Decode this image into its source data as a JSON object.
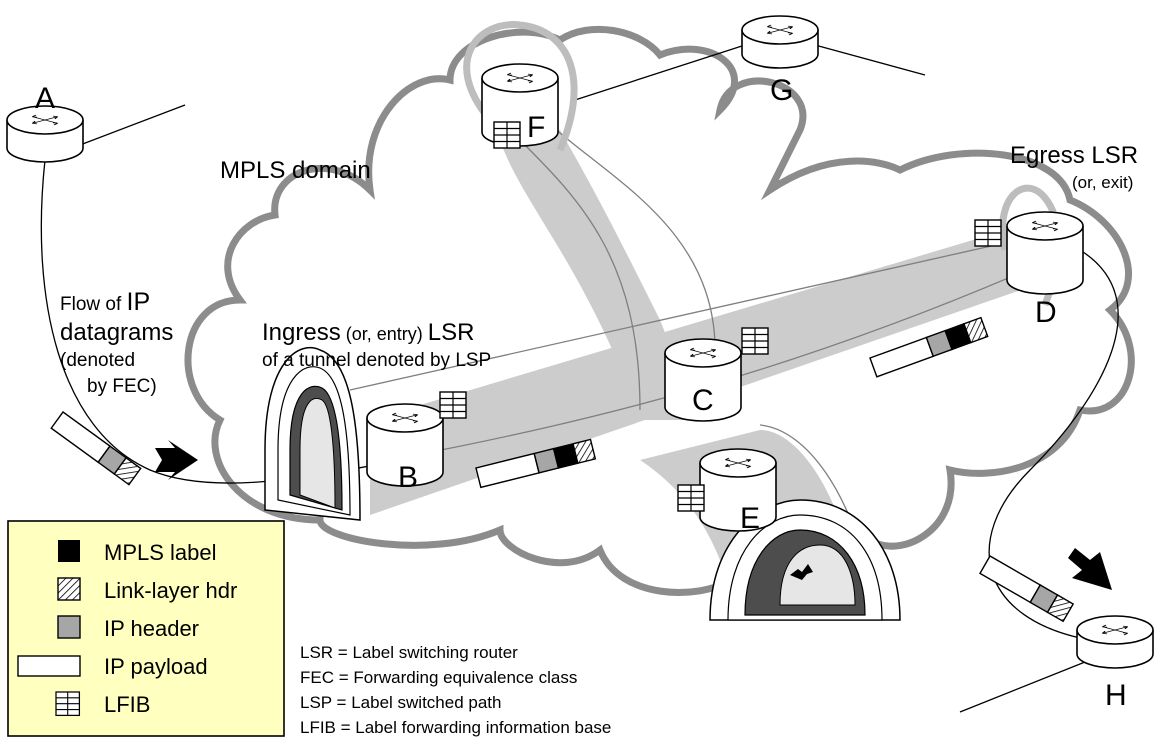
{
  "domain_label": "MPLS domain",
  "nodes": {
    "A": "A",
    "B": "B",
    "C": "C",
    "D": "D",
    "E": "E",
    "F": "F",
    "G": "G",
    "H": "H"
  },
  "flow_label": {
    "line1": "Flow of ",
    "line1_big": "IP",
    "line2": "datagrams",
    "line3": "(denoted",
    "line4": "by FEC)"
  },
  "ingress_label": {
    "big1": "Ingress",
    "small1": " (or, entry) ",
    "big2": "LSR",
    "line2": "of a tunnel denoted by LSP"
  },
  "egress_label": {
    "line1": "Egress LSR",
    "line2": "(or, exit)"
  },
  "legend": [
    {
      "label": "MPLS label"
    },
    {
      "label": "Link-layer hdr"
    },
    {
      "label": "IP header"
    },
    {
      "label": "IP payload"
    },
    {
      "label": "LFIB"
    }
  ],
  "glossary": [
    "LSR = Label switching router",
    "FEC = Forwarding equivalence class",
    "LSP = Label switched path",
    "LFIB = Label forwarding information base"
  ],
  "colors": {
    "cloud_stroke": "#8c8c8c",
    "lsp_band": "#cccccc",
    "legend_bg": "#ffffc0",
    "ip_header": "#a6a6a6",
    "mpls_label": "#000000"
  }
}
